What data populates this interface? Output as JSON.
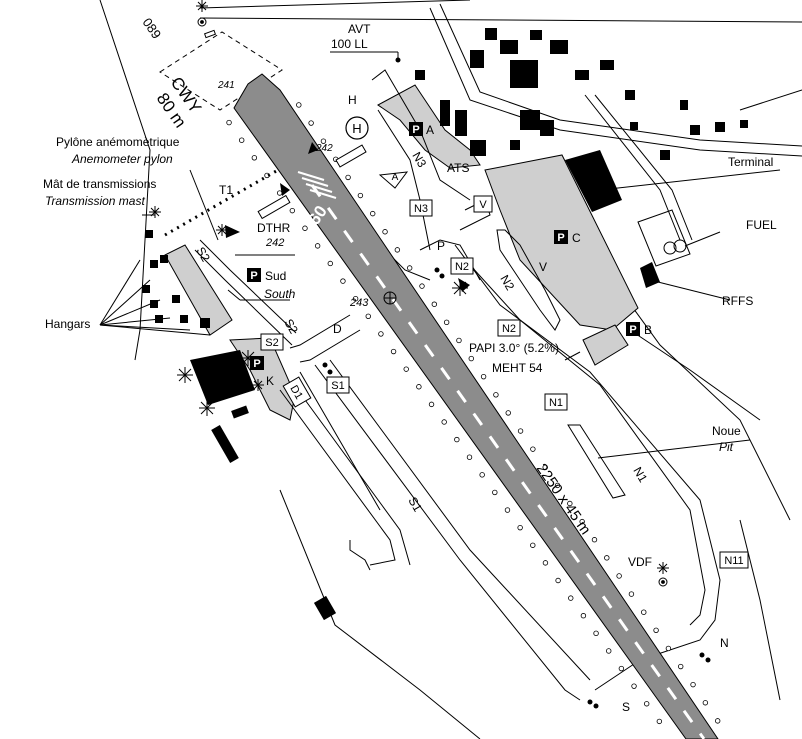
{
  "labels": {
    "elevation": "089",
    "avt_1": "AVT",
    "avt_2": "100 LL",
    "cwy_1": "CWY",
    "cwy_2": "80 m",
    "cwy_elev": "241",
    "h": "H",
    "h_circle": "H",
    "parking_a": "A",
    "n3_vertical": "N3",
    "ats": "ATS",
    "elev_242_top": "242",
    "runway_designator": "09",
    "a_triangle": "A",
    "t1": "T1",
    "dthr": "DTHR",
    "dthr_elev": "242",
    "n3_box": "N3",
    "v_box": "V",
    "v_apron": "V",
    "parking_c": "C",
    "terminal": "Terminal",
    "fuel": "FUEL",
    "rffs": "RFFS",
    "pylon_fr": "Pylône anémomètrique",
    "pylon_en": "Anemometer pylon",
    "mast_fr": "Mât de transmissions",
    "mast_en": "Transmission mast",
    "s2_vertical": "S2",
    "parking_sud": "Sud",
    "south": "South",
    "hangars": "Hangars",
    "p_label": "P",
    "n2_box": "N2",
    "n2_vertical": "N2",
    "elev_243": "243",
    "s2_diag": "S2",
    "d_label": "D",
    "s2_box": "S2",
    "k_label": "K",
    "d1_box": "D1",
    "s1_box": "S1",
    "n2_box_2": "N2",
    "papi": "PAPI 3.0° (5.2%)",
    "meht": "MEHT 54",
    "parking_b": "B",
    "n1_box": "N1",
    "noue": "Noue",
    "pit": "Pit",
    "n1_diag": "N1",
    "runway_dims": "2250 x 45 m",
    "s1_diag": "S1",
    "vdf": "VDF",
    "n11_box": "N11",
    "n_label": "N",
    "s_label": "S"
  },
  "colors": {
    "runway": "#8c8c8c",
    "apron": "#cfcfcf",
    "building": "#000000",
    "line": "#000000"
  }
}
